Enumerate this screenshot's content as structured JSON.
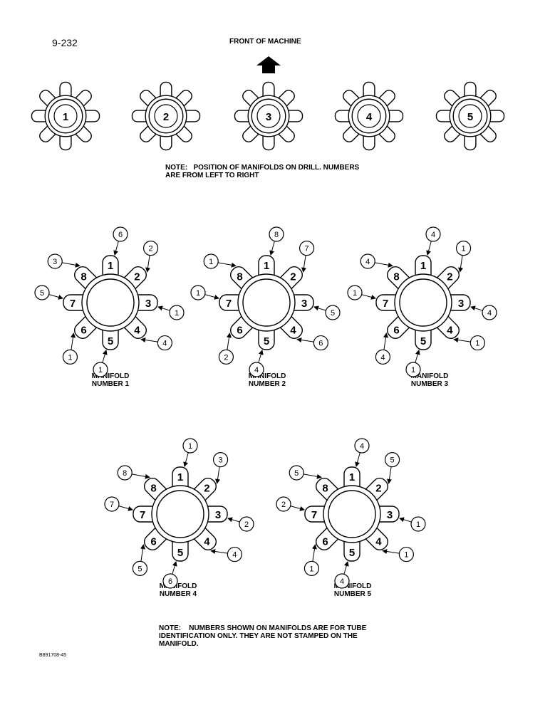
{
  "header": {
    "page_number": "9-232",
    "front_label": "FRONT OF MACHINE"
  },
  "icons": {
    "front_arrow": "arrow-up-icon"
  },
  "position_row": {
    "positions": [
      "1",
      "2",
      "3",
      "4",
      "5"
    ]
  },
  "notes": {
    "top": "NOTE:   POSITION OF MANIFOLDS ON DRILL. NUMBERS\nARE FROM LEFT TO RIGHT",
    "bottom": "NOTE:    NUMBERS SHOWN ON MANIFOLDS ARE FOR TUBE\nIDENTIFICATION ONLY. THEY ARE NOT STAMPED ON THE\nMANIFOLD."
  },
  "manifolds": [
    {
      "label_line1": "MANIFOLD",
      "label_line2": "NUMBER 1",
      "ports": [
        "1",
        "2",
        "3",
        "4",
        "5",
        "6",
        "7",
        "8"
      ],
      "callouts": [
        "6",
        "2",
        "1",
        "4",
        "1",
        "1",
        "5",
        "3"
      ]
    },
    {
      "label_line1": "MANIFOLD",
      "label_line2": "NUMBER 2",
      "ports": [
        "1",
        "2",
        "3",
        "4",
        "5",
        "6",
        "7",
        "8"
      ],
      "callouts": [
        "8",
        "7",
        "5",
        "6",
        "4",
        "2",
        "1",
        "1"
      ]
    },
    {
      "label_line1": "MANIFOLD",
      "label_line2": "NUMBER 3",
      "ports": [
        "1",
        "2",
        "3",
        "4",
        "5",
        "6",
        "7",
        "8"
      ],
      "callouts": [
        "4",
        "1",
        "4",
        "1",
        "1",
        "4",
        "1",
        "4"
      ]
    },
    {
      "label_line1": "MANIFOLD",
      "label_line2": "NUMBER 4",
      "ports": [
        "1",
        "2",
        "3",
        "4",
        "5",
        "6",
        "7",
        "8"
      ],
      "callouts": [
        "1",
        "3",
        "2",
        "4",
        "6",
        "5",
        "7",
        "8"
      ]
    },
    {
      "label_line1": "MANIFOLD",
      "label_line2": "NUMBER 5",
      "ports": [
        "1",
        "2",
        "3",
        "4",
        "5",
        "6",
        "7",
        "8"
      ],
      "callouts": [
        "4",
        "5",
        "1",
        "1",
        "4",
        "1",
        "2",
        "5"
      ]
    }
  ],
  "footer": {
    "doc_code": "B891708-45"
  }
}
